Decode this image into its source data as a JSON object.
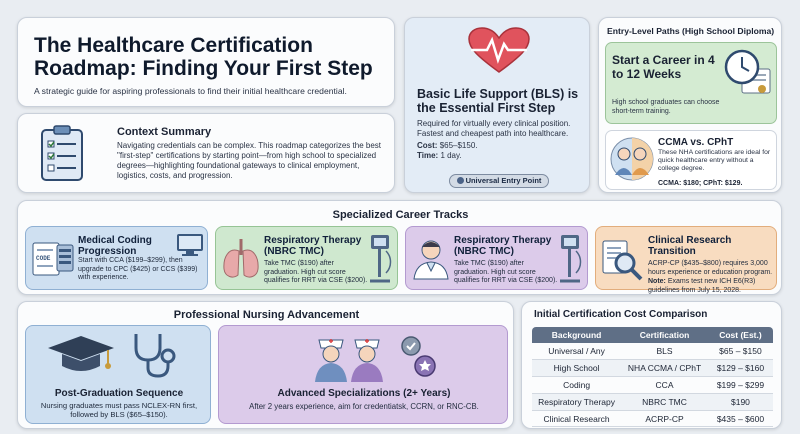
{
  "header": {
    "title_line1": "The Healthcare Certification",
    "title_line2": "Roadmap: Finding Your First Step",
    "subtitle": "A strategic guide for aspiring professionals to find their initial healthcare credential."
  },
  "context": {
    "title": "Context Summary",
    "body": "Navigating credentials can be complex. This roadmap categorizes the best \"first-step\" certifications by starting point—from high school to specialized degrees—highlighting foundational gateways to clinical employment, logistics, costs, and progression."
  },
  "bls": {
    "title": "Basic Life Support (BLS) is the Essential First Step",
    "body": "Required for virtually every clinical position. Fastest and cheapest path into healthcare.",
    "cost_label": "Cost:",
    "cost_value": "$65–$150.",
    "time_label": "Time:",
    "time_value": "1 day.",
    "badge": "Universal Entry Point"
  },
  "entry": {
    "heading": "Entry-Level Paths (High School Diploma)",
    "career_title": "Start a Career in 4 to 12 Weeks",
    "career_body": "High school graduates can choose short-term training.",
    "ccma_title": "CCMA vs. CPhT",
    "ccma_body": "These NHA certifications are ideal for quick healthcare entry without a college degree.",
    "ccma_cost": "CCMA: $180; CPhT: $129."
  },
  "tracks": {
    "heading": "Specialized Career Tracks",
    "items": [
      {
        "title": "Medical Coding Progression",
        "body": "Start with CCA ($199–$299), then upgrade to CPC ($425) or CCS ($399) with experience."
      },
      {
        "title": "Respiratory Therapy (NBRC TMC)",
        "body": "Take TMC ($190) after graduation. High cut score qualifies for RRT via CSE ($200)."
      },
      {
        "title": "Respiratory Therapy (NBRC TMC)",
        "body": "Take TMC ($190) after graduation. High cut score qualifies for RRT via CSE ($200)."
      },
      {
        "title": "Clinical Research Transition",
        "body": "ACRP-CP ($435–$800) requires 3,000 hours experience or education program.",
        "note_label": "Note:",
        "note": "Exams test new ICH E6(R3) guidelines from July 15, 2028."
      }
    ],
    "icon_code_label": "CODE"
  },
  "nursing": {
    "heading": "Professional Nursing Advancement",
    "post_title": "Post-Graduation Sequence",
    "post_body": "Nursing graduates must pass NCLEX-RN first, followed by BLS ($65–$150).",
    "adv_title": "Advanced Specializations (2+ Years)",
    "adv_body": "After 2 years experience, aim for credentiatsk, CCRN, or RNC-CB."
  },
  "costs": {
    "heading": "Initial Certification Cost Comparison",
    "columns": [
      "Background",
      "Certification",
      "Cost (Est.)"
    ],
    "rows": [
      [
        "Universal / Any",
        "BLS",
        "$65 – $150"
      ],
      [
        "High School",
        "NHA CCMA / CPhT",
        "$129 – $160"
      ],
      [
        "Coding",
        "CCA",
        "$199 – $299"
      ],
      [
        "Respiratory Therapy",
        "NBRC TMC",
        "$190"
      ],
      [
        "Clinical Research",
        "ACRP-CP",
        "$435 – $600"
      ]
    ]
  },
  "colors": {
    "green": "#cfe8cf",
    "blue": "#cfe0f1",
    "purple": "#dccbea",
    "orange": "#f8dcc0",
    "heart": "#e0535d"
  }
}
